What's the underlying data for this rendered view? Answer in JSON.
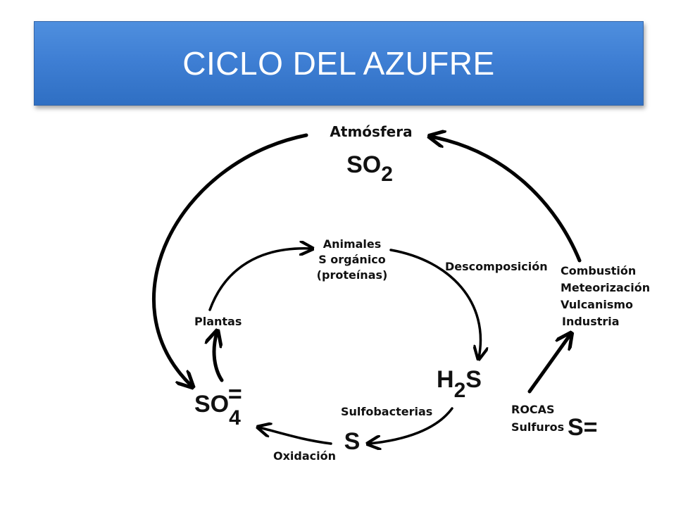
{
  "title": "CICLO DEL AZUFRE",
  "nodes": {
    "atmosfera": "Atmósfera",
    "so2": {
      "base": "SO",
      "sub": "2"
    },
    "animales": [
      "Animales",
      "S orgánico",
      "(proteínas)"
    ],
    "descomposicion": "Descomposición",
    "combustion": [
      "Combustión",
      "Meteorización",
      "Vulcanismo",
      "Industria"
    ],
    "plantas": "Plantas",
    "h2s": {
      "a": "H",
      "sub": "2",
      "b": "S"
    },
    "so4": {
      "base": "SO",
      "sub": "4",
      "sup": "="
    },
    "sulfobacterias": "Sulfobacterias",
    "rocas": [
      "ROCAS",
      "Sulfuros"
    ],
    "s_eq": "S=",
    "s": "S",
    "oxidacion": "Oxidación"
  }
}
